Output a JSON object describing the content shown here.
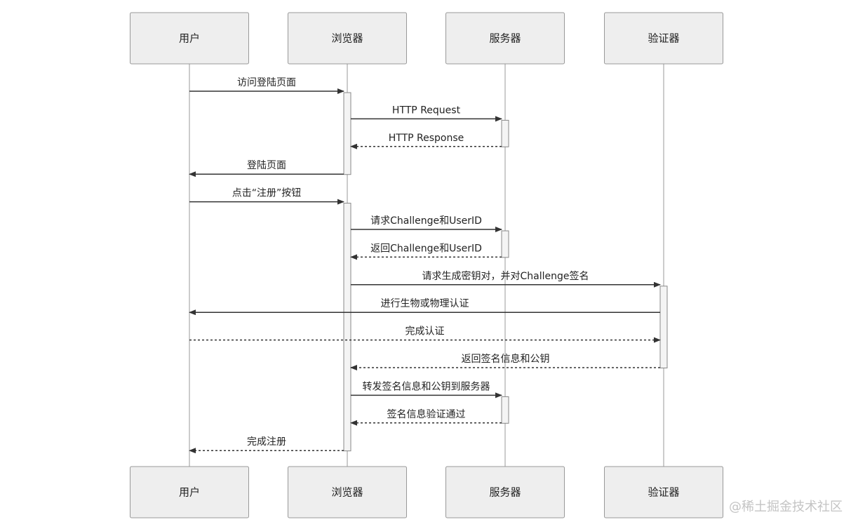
{
  "participants": [
    {
      "id": "user",
      "label": "用户"
    },
    {
      "id": "browser",
      "label": "浏览器"
    },
    {
      "id": "server",
      "label": "服务器"
    },
    {
      "id": "authenticator",
      "label": "验证器"
    }
  ],
  "messages": [
    {
      "from": "user",
      "to": "browser",
      "label": "访问登陆页面",
      "style": "solid"
    },
    {
      "from": "browser",
      "to": "server",
      "label": "HTTP Request",
      "style": "solid"
    },
    {
      "from": "server",
      "to": "browser",
      "label": "HTTP Response",
      "style": "dashed"
    },
    {
      "from": "browser",
      "to": "user",
      "label": "登陆页面",
      "style": "solid"
    },
    {
      "from": "user",
      "to": "browser",
      "label": "点击“注册”按钮",
      "style": "solid"
    },
    {
      "from": "browser",
      "to": "server",
      "label": "请求Challenge和UserID",
      "style": "solid"
    },
    {
      "from": "server",
      "to": "browser",
      "label": "返回Challenge和UserID",
      "style": "dashed"
    },
    {
      "from": "browser",
      "to": "authenticator",
      "label": "请求生成密钥对，并对Challenge签名",
      "style": "solid"
    },
    {
      "from": "authenticator",
      "to": "user",
      "label": "进行生物或物理认证",
      "style": "solid"
    },
    {
      "from": "user",
      "to": "authenticator",
      "label": "完成认证",
      "style": "dashed"
    },
    {
      "from": "authenticator",
      "to": "browser",
      "label": "返回签名信息和公钥",
      "style": "dashed"
    },
    {
      "from": "browser",
      "to": "server",
      "label": "转发签名信息和公钥到服务器",
      "style": "solid"
    },
    {
      "from": "server",
      "to": "browser",
      "label": "签名信息验证通过",
      "style": "dashed"
    },
    {
      "from": "browser",
      "to": "user",
      "label": "完成注册",
      "style": "dashed"
    }
  ],
  "activations": [
    {
      "participant": "browser",
      "from_message": 0,
      "to_message": 3
    },
    {
      "participant": "server",
      "from_message": 1,
      "to_message": 2
    },
    {
      "participant": "browser",
      "from_message": 4,
      "to_message": 13
    },
    {
      "participant": "server",
      "from_message": 5,
      "to_message": 6
    },
    {
      "participant": "authenticator",
      "from_message": 7,
      "to_message": 10
    },
    {
      "participant": "server",
      "from_message": 11,
      "to_message": 12
    }
  ],
  "watermark": "@稀土掘金技术社区"
}
